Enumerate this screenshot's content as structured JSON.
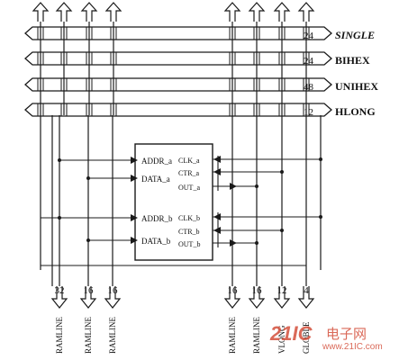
{
  "buses": [
    {
      "name": "SINGLE",
      "width": "24"
    },
    {
      "name": "BIHEX",
      "width": "24"
    },
    {
      "name": "UNIHEX",
      "width": "48"
    },
    {
      "name": "HLONG",
      "width": "12"
    }
  ],
  "block": {
    "left_ports": [
      "ADDR_a",
      "DATA_a",
      "ADDR_b",
      "DATA_b"
    ],
    "right_ports": [
      "CLK_a",
      "CTR_a",
      "OUT_a",
      "CLK_b",
      "CTR_b",
      "OUT_b"
    ]
  },
  "bottom_lines": [
    {
      "width": "32",
      "label": "RAMLINE"
    },
    {
      "width": "16",
      "label": "RAMLINE"
    },
    {
      "width": "16",
      "label": "RAMLINE"
    },
    {
      "width": "16",
      "label": "RAMLINE"
    },
    {
      "width": "16",
      "label": "RAMLINE"
    },
    {
      "width": "12",
      "label": "VLONG"
    },
    {
      "width": "4",
      "label": "GLOBLE"
    }
  ],
  "watermark": {
    "logo": "21IC",
    "cn": "电子网",
    "url": "www.21IC.com"
  },
  "colors": {
    "line": "#1a1a1a",
    "watermark": "#d4503c"
  }
}
